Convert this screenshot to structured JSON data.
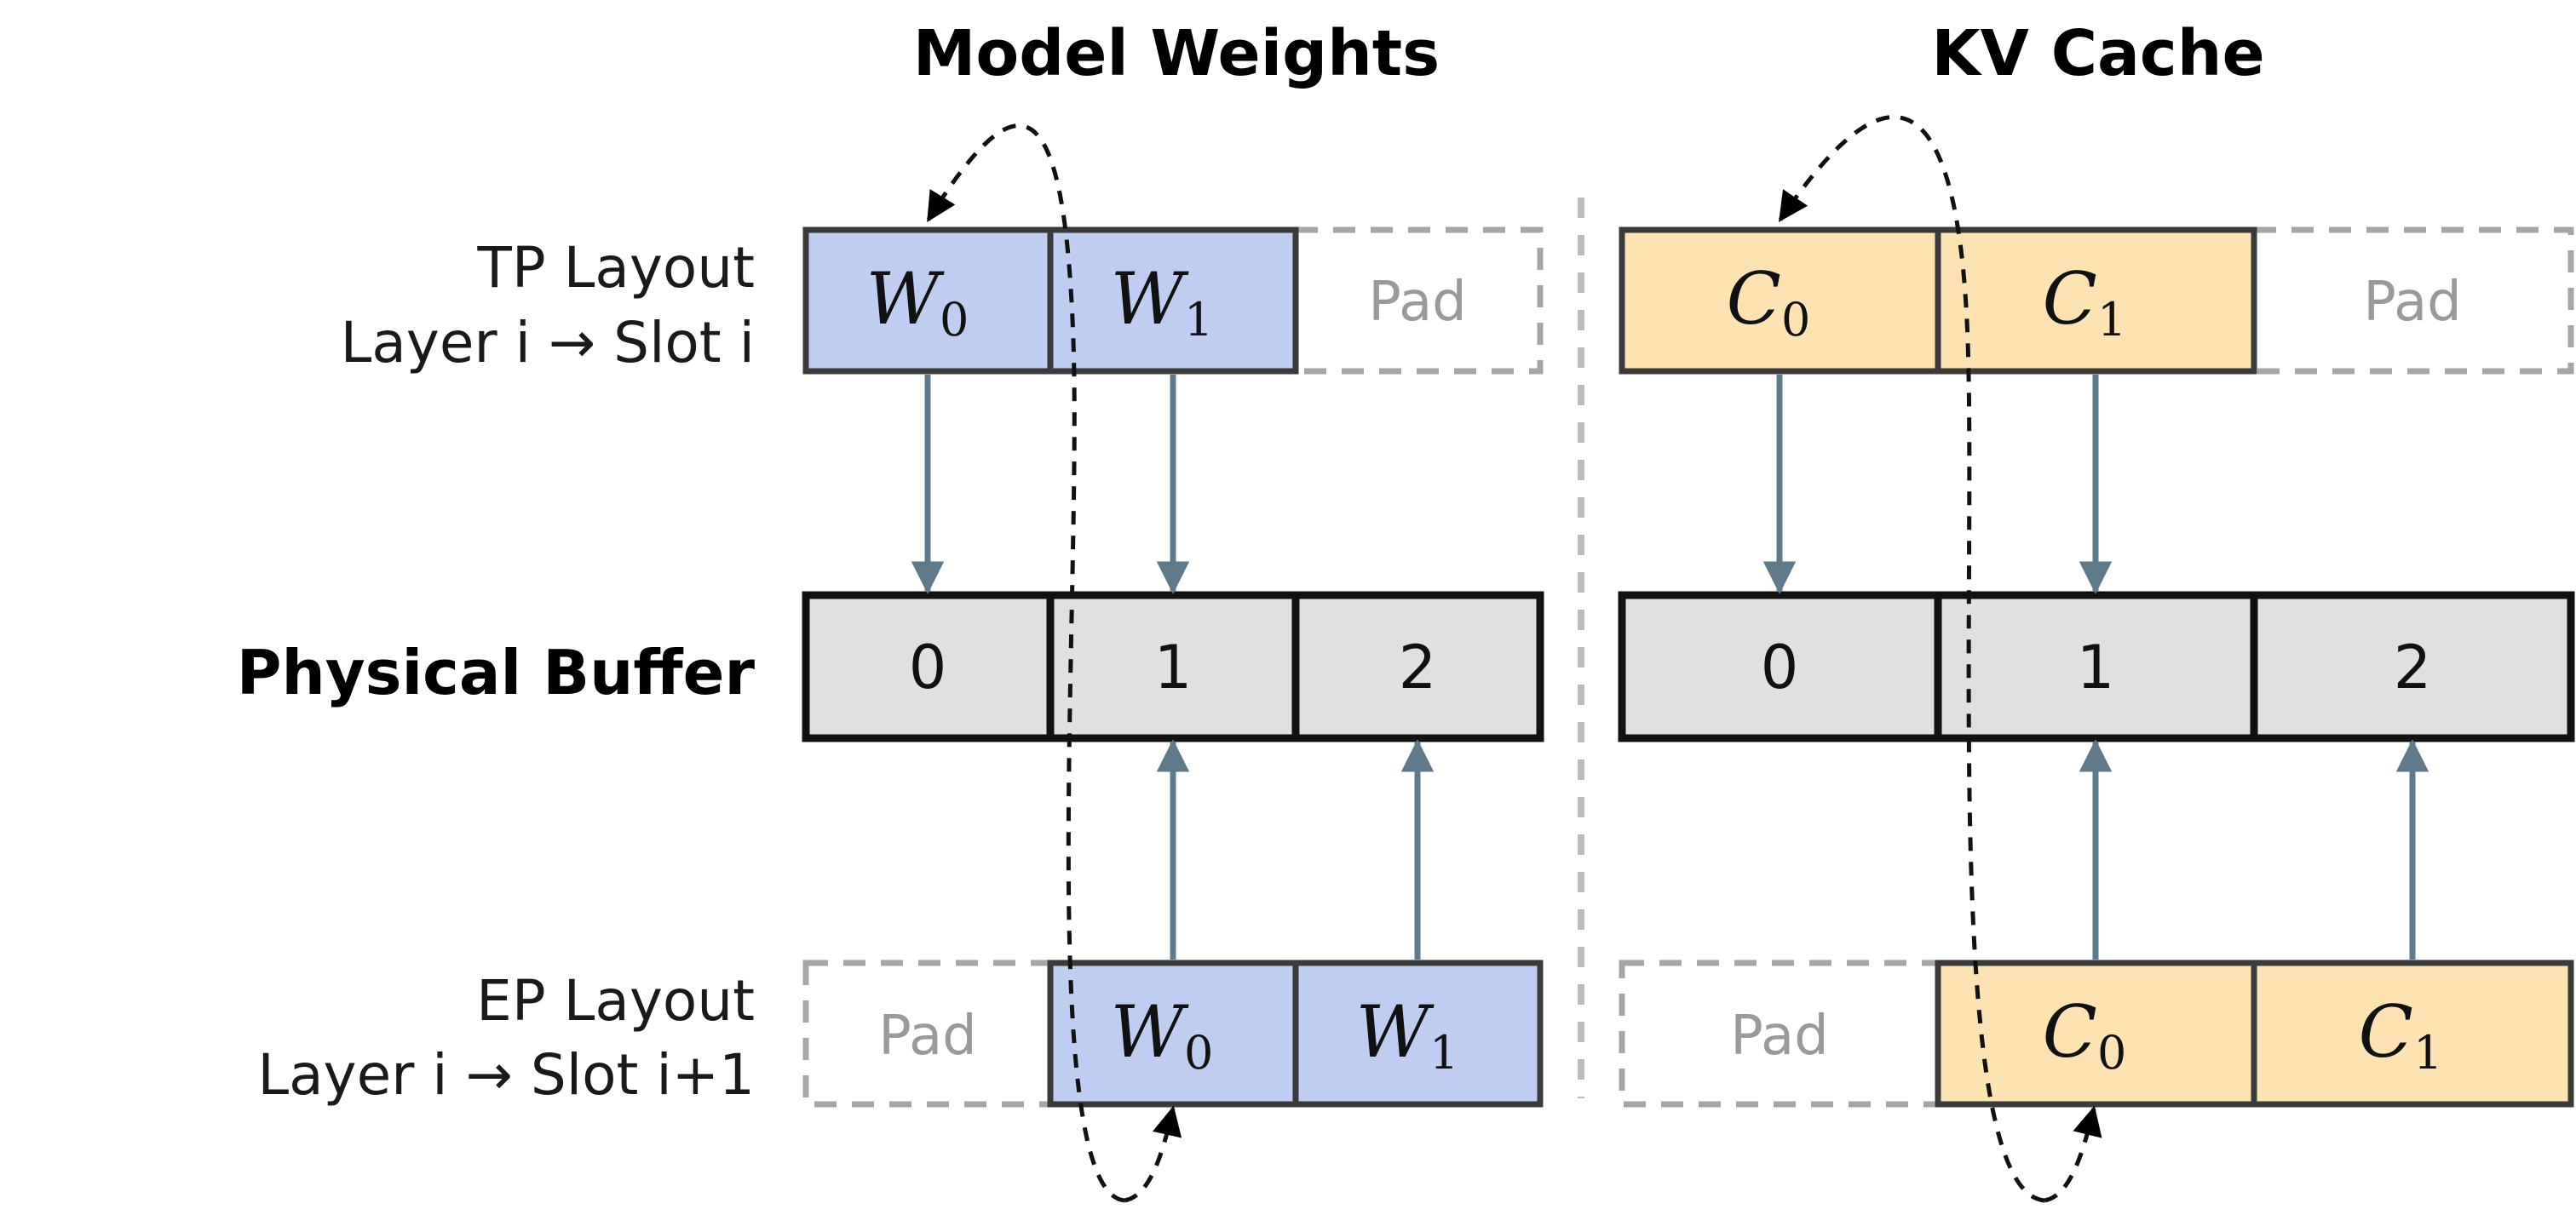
{
  "sections": [
    {
      "title": "Model Weights",
      "fill": "#bfcdf0",
      "symbol": "W",
      "tp_blocks": [
        "0",
        "1"
      ],
      "ep_blocks": [
        "0",
        "1"
      ]
    },
    {
      "title": "KV Cache",
      "fill": "#fde2b2",
      "symbol": "C",
      "tp_blocks": [
        "0",
        "1"
      ],
      "ep_blocks": [
        "0",
        "1"
      ]
    }
  ],
  "rows": {
    "tp": {
      "line1": "TP Layout",
      "line2": "Layer i → Slot i"
    },
    "physical": {
      "label": "Physical Buffer"
    },
    "ep": {
      "line1": "EP Layout",
      "line2": "Layer i → Slot i+1"
    }
  },
  "pad_label": "Pad",
  "slot_numbers": [
    "0",
    "1",
    "2"
  ],
  "colors": {
    "buffer_fill": "#e0e0e0",
    "arrow": "#5f7a8a",
    "pad_border": "#a6a6a6",
    "divider": "#bdbdbd"
  }
}
